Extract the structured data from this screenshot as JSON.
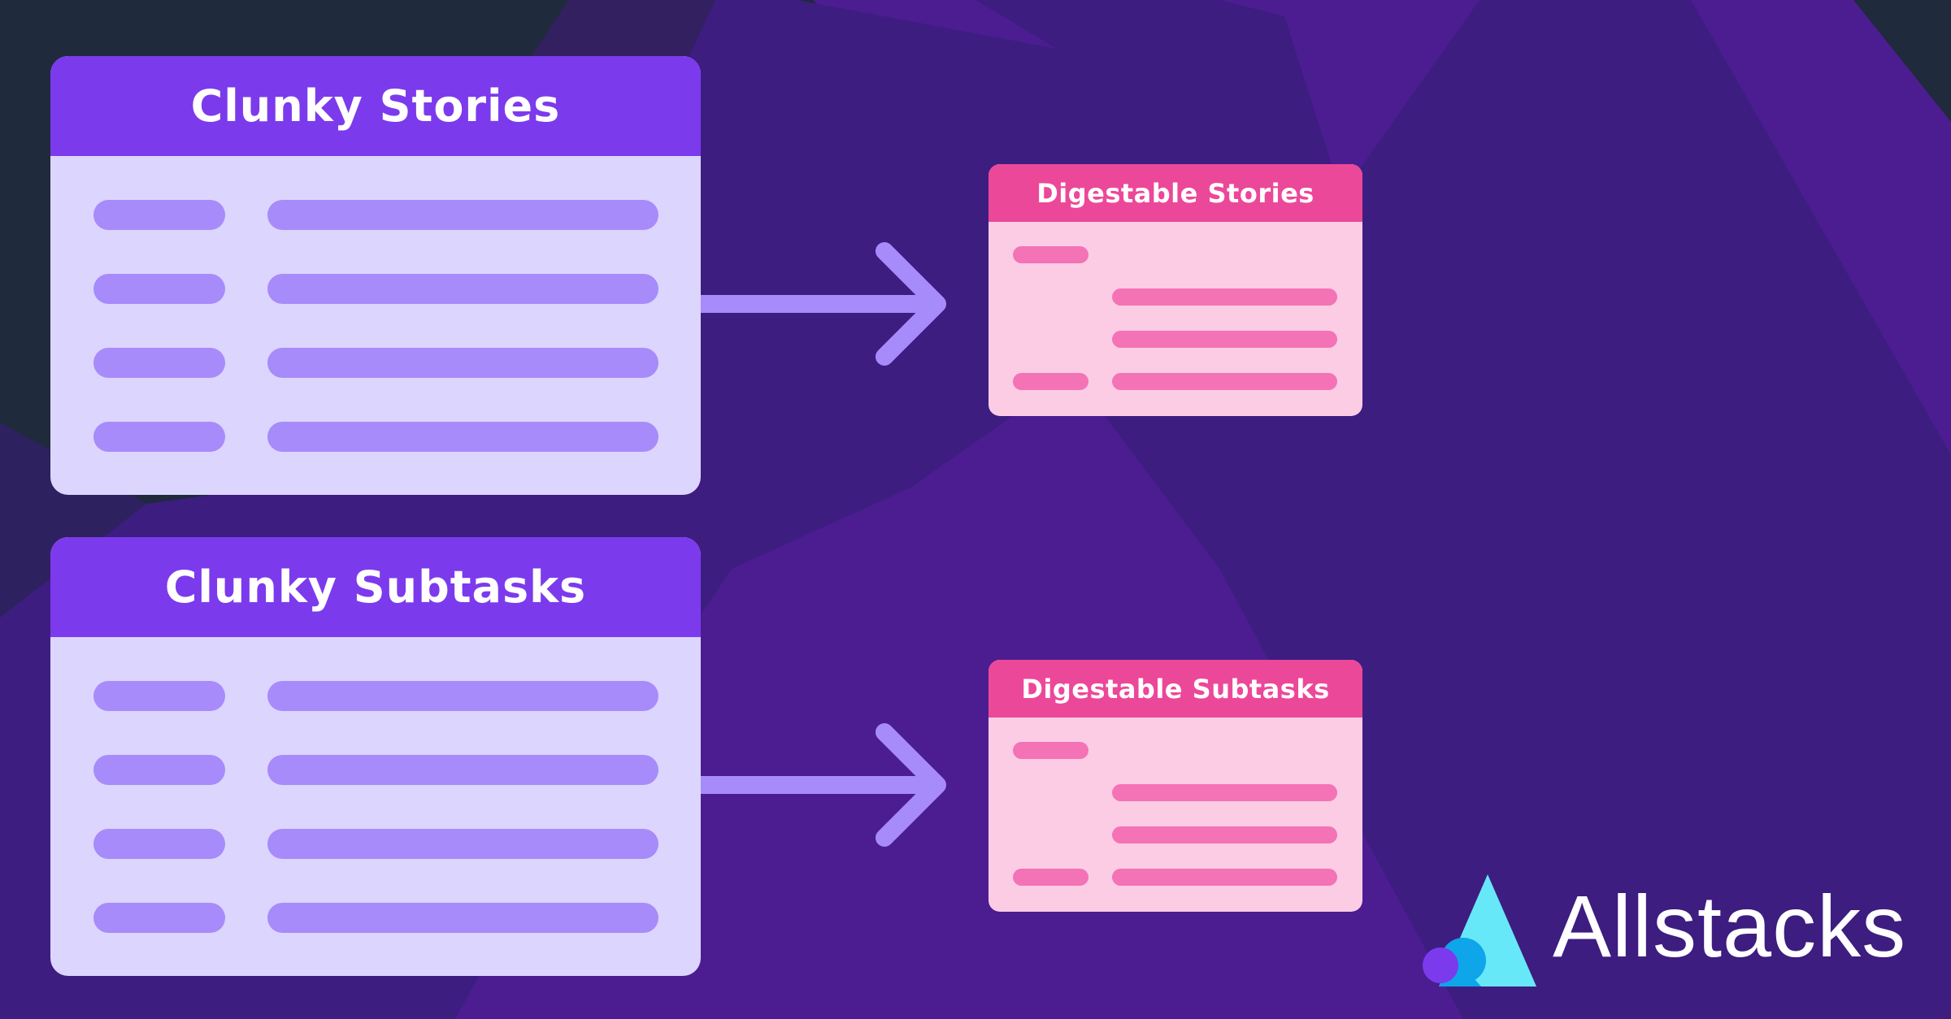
{
  "colors": {
    "background": "#4b1d91",
    "clunky_header": "#7c3aed",
    "clunky_body": "#dcd5fe",
    "clunky_bar": "#a78bfa",
    "digestable_header": "#ec4899",
    "digestable_body": "#fccce5",
    "digestable_bar": "#f472b6",
    "arrow": "#a78bfa"
  },
  "nodes": {
    "clunky_stories": {
      "title": "Clunky Stories"
    },
    "clunky_subtasks": {
      "title": "Clunky Subtasks"
    },
    "digestable_stories": {
      "title": "Digestable Stories"
    },
    "digestable_subtasks": {
      "title": "Digestable Subtasks"
    }
  },
  "edges": [
    {
      "from": "clunky_stories",
      "to": "digestable_stories"
    },
    {
      "from": "clunky_subtasks",
      "to": "digestable_subtasks"
    }
  ],
  "logo": {
    "text": "Allstacks",
    "icon": "allstacks-triangle-icon"
  }
}
